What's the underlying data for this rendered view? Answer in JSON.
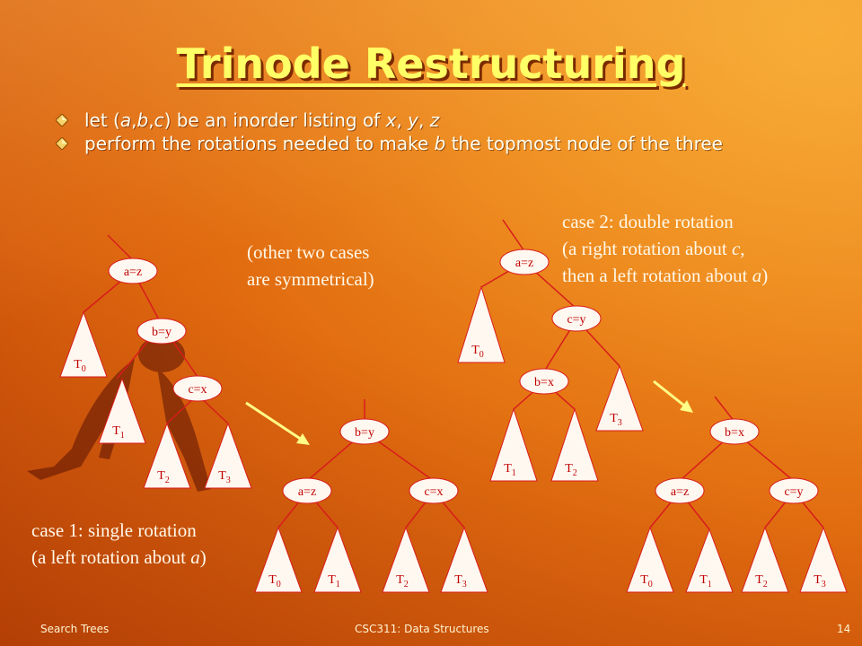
{
  "slide": {
    "title": "Trinode Restructuring",
    "bullets": [
      {
        "parts": [
          {
            "t": "let (",
            "i": false
          },
          {
            "t": "a",
            "i": true
          },
          {
            "t": ",",
            "i": false
          },
          {
            "t": "b",
            "i": true
          },
          {
            "t": ",",
            "i": false
          },
          {
            "t": "c",
            "i": true
          },
          {
            "t": ") be an inorder listing of ",
            "i": false
          },
          {
            "t": "x",
            "i": true
          },
          {
            "t": ", ",
            "i": false
          },
          {
            "t": "y",
            "i": true
          },
          {
            "t": ", ",
            "i": false
          },
          {
            "t": "z",
            "i": true
          }
        ]
      },
      {
        "parts": [
          {
            "t": "perform the rotations needed to make ",
            "i": false
          },
          {
            "t": "b",
            "i": true
          },
          {
            "t": " the topmost node of the three",
            "i": false
          }
        ]
      }
    ],
    "notes": {
      "symmetric_line1": "(other two cases",
      "symmetric_line2": "are symmetrical)",
      "case1_line1": "case 1: single rotation",
      "case1_line2_prefix": "(a left rotation about ",
      "case1_var": "a",
      "case1_line2_suffix": ")",
      "case2_line1": "case 2: double rotation",
      "case2_line2_prefix": "(a right rotation about ",
      "case2_var1": "c",
      "case2_line2_suffix": ",",
      "case2_line3_prefix": "then a left rotation about ",
      "case2_var2": "a",
      "case2_line3_suffix": ")"
    },
    "node_labels": {
      "az": "a=z",
      "by": "b=y",
      "cx": "c=x",
      "cy": "c=y",
      "bx": "b=x"
    },
    "subtrees": [
      "0",
      "1",
      "2",
      "3"
    ],
    "subtree_prefix": "T",
    "footer": {
      "left": "Search Trees",
      "center": "CSC311: Data Structures",
      "right": "14"
    }
  },
  "colors": {
    "title": "#ffff66",
    "node_fill": "#fff8f0",
    "line": "#d81c1c",
    "node_text": "#c00000",
    "arrow": "#ffff88"
  }
}
